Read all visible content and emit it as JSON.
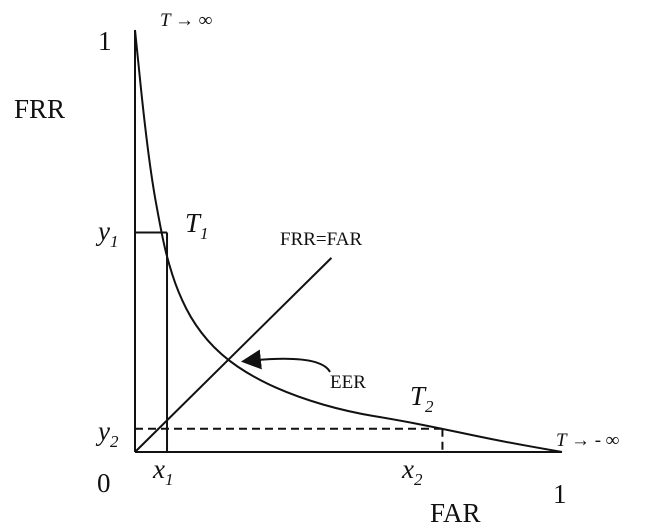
{
  "chart_data": {
    "type": "line",
    "xlabel": "FAR",
    "ylabel": "FRR",
    "xlim": [
      0,
      1
    ],
    "ylim": [
      0,
      1
    ],
    "origin_label": "0",
    "x_end_label": "1",
    "y_end_label": "1",
    "grid": false,
    "series": [
      {
        "x": [
          0.0,
          0.02,
          0.04,
          0.06,
          0.075,
          0.1,
          0.14,
          0.2,
          0.28,
          0.38,
          0.5,
          0.62,
          0.72,
          0.86,
          1.0
        ],
        "y": [
          1.0,
          0.8,
          0.64,
          0.53,
          0.46,
          0.38,
          0.3,
          0.23,
          0.175,
          0.13,
          0.095,
          0.075,
          0.055,
          0.025,
          0.0
        ]
      }
    ],
    "diagonal": {
      "x": [
        0.0,
        0.46
      ],
      "y": [
        0.0,
        0.46
      ],
      "label": "FRR=FAR"
    },
    "points": {
      "T1": {
        "x": 0.075,
        "y": 0.52,
        "label": "T",
        "sub": "1"
      },
      "T2": {
        "x": 0.72,
        "y": 0.055,
        "label": "T",
        "sub": "2"
      },
      "eer": {
        "x": 0.22,
        "y": 0.22,
        "label": "EER"
      }
    },
    "x_marks": [
      {
        "label": "x",
        "sub": "1"
      },
      {
        "label": "x",
        "sub": "2"
      }
    ],
    "y_marks": [
      {
        "label": "y",
        "sub": "1"
      },
      {
        "label": "y",
        "sub": "2"
      }
    ],
    "top_annotation": "T → ∞",
    "right_annotation": "T → - ∞"
  }
}
